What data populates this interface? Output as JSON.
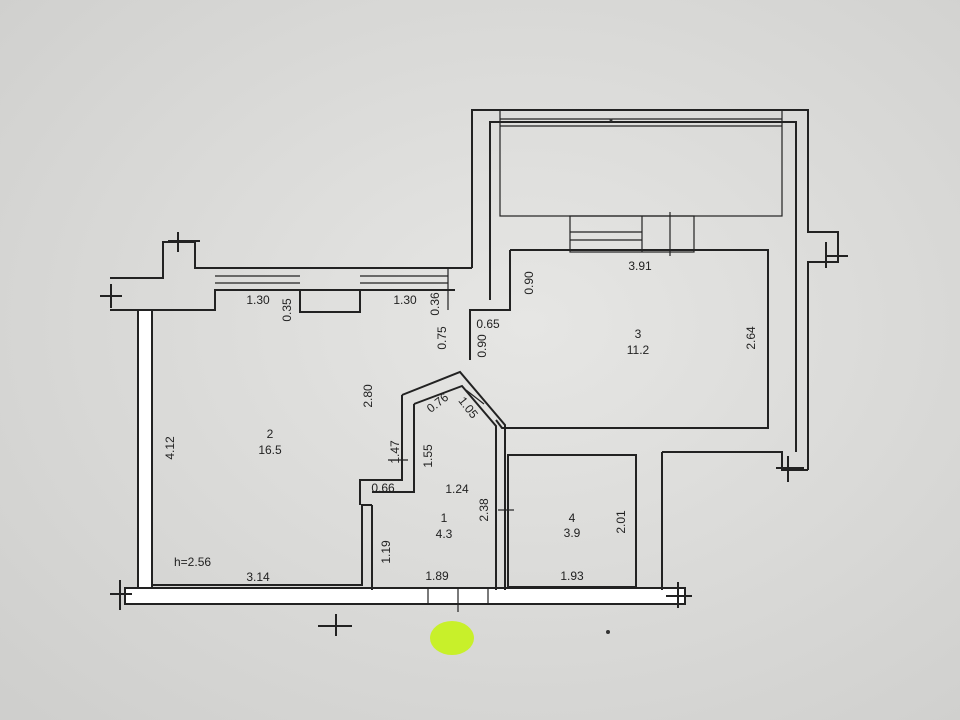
{
  "rooms": [
    {
      "id": "1",
      "number": "1",
      "area": "4.3"
    },
    {
      "id": "2",
      "number": "2",
      "area": "16.5"
    },
    {
      "id": "3",
      "number": "3",
      "area": "11.2"
    },
    {
      "id": "4",
      "number": "4",
      "area": "3.9"
    }
  ],
  "dimensions": {
    "d130a": "1.30",
    "d035": "0.35",
    "d130b": "1.30",
    "d036": "0.36",
    "d075": "0.75",
    "d090a": "0.90",
    "d065": "0.65",
    "d090b": "0.90",
    "d391": "3.91",
    "d264": "2.64",
    "d280": "2.80",
    "d412": "4.12",
    "d076": "0.76",
    "d105": "1.05",
    "d147": "1.47",
    "d155": "1.55",
    "d066": "0.66",
    "d124": "1.24",
    "d238": "2.38",
    "d201": "2.01",
    "d119": "1.19",
    "d189": "1.89",
    "d193": "1.93",
    "d314": "3.14"
  },
  "ceiling_height": "h=2.56",
  "colors": {
    "background": "#d8d8d6",
    "wall_fill": "#ffffff",
    "line": "#222222",
    "entrance_marker": "#c8f02a"
  }
}
